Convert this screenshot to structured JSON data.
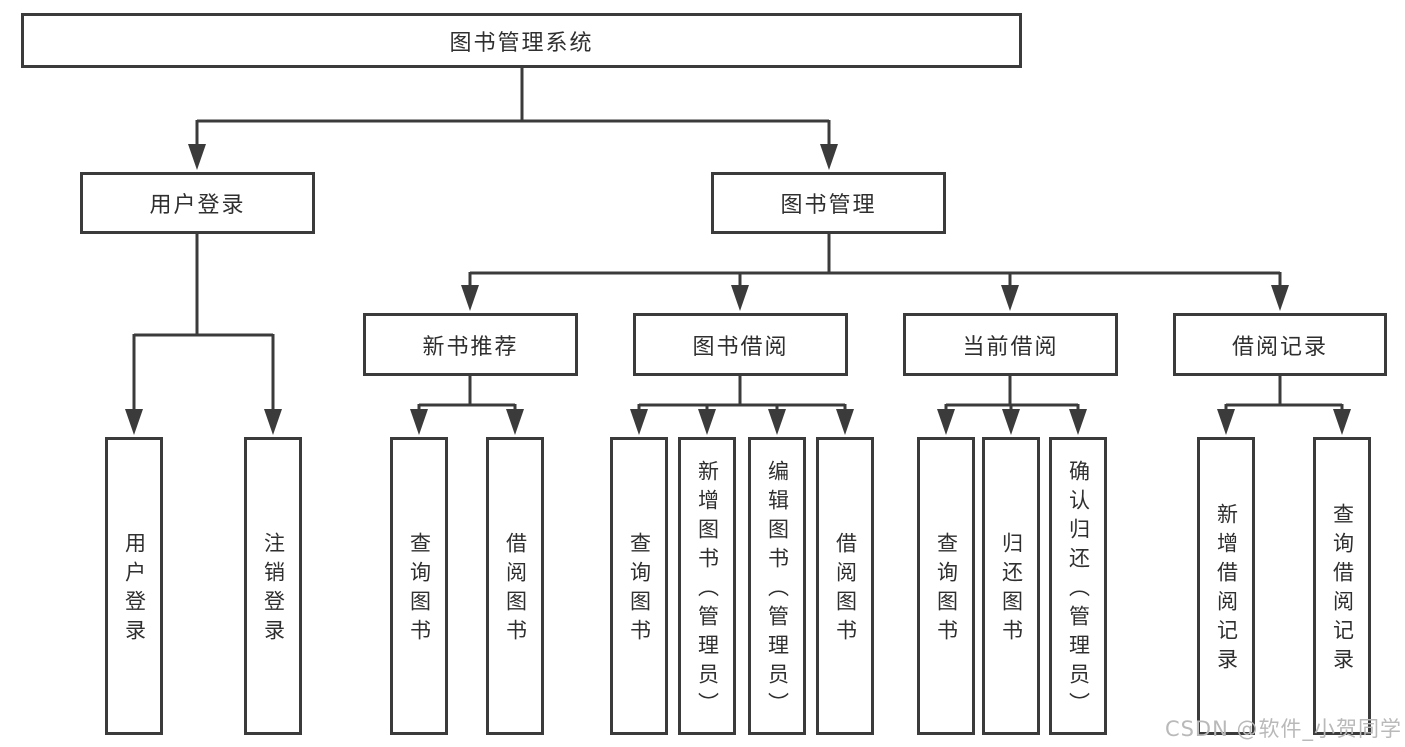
{
  "diagram": {
    "root": {
      "label": "图书管理系统"
    },
    "branches": [
      {
        "label": "用户登录",
        "children": [
          {
            "label": "用户登录"
          },
          {
            "label": "注销登录"
          }
        ]
      },
      {
        "label": "图书管理",
        "sections": [
          {
            "label": "新书推荐",
            "children": [
              {
                "label": "查询图书"
              },
              {
                "label": "借阅图书"
              }
            ]
          },
          {
            "label": "图书借阅",
            "children": [
              {
                "label": "查询图书"
              },
              {
                "label": "新增图书（管理员）"
              },
              {
                "label": "编辑图书（管理员）"
              },
              {
                "label": "借阅图书"
              }
            ]
          },
          {
            "label": "当前借阅",
            "children": [
              {
                "label": "查询图书"
              },
              {
                "label": "归还图书"
              },
              {
                "label": "确认归还（管理员）"
              }
            ]
          },
          {
            "label": "借阅记录",
            "children": [
              {
                "label": "新增借阅记录"
              },
              {
                "label": "查询借阅记录"
              }
            ]
          }
        ]
      }
    ],
    "colors": {
      "line": "#3b3b3b",
      "text": "#2f2f2f",
      "watermark": "#b9b9b9",
      "background": "#ffffff"
    },
    "watermark": "CSDN @软件_小贺同学"
  }
}
